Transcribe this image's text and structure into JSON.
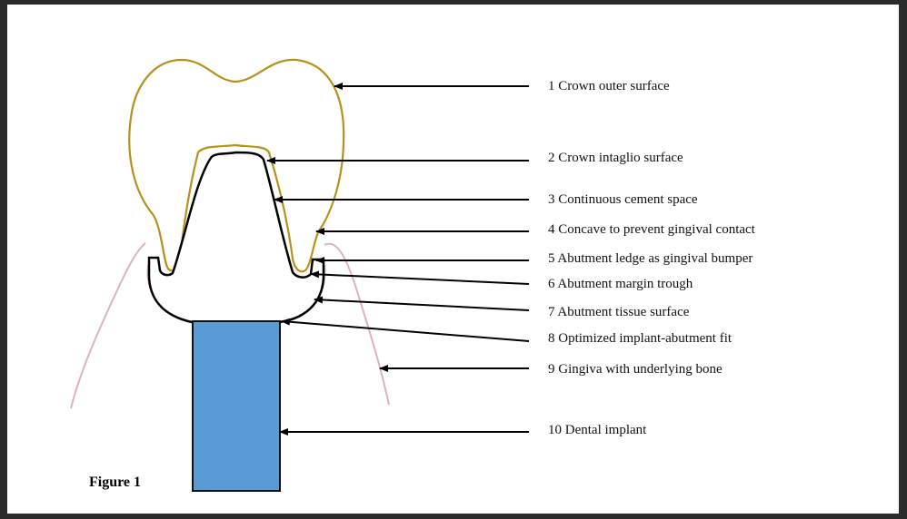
{
  "figure_title": "Figure 1",
  "colors": {
    "crown": "#b8901a",
    "abutment": "#000000",
    "gingiva": "#dcb2c0",
    "implant_fill": "#5b9bd5",
    "implant_stroke": "#111111",
    "arrow": "#000000",
    "background": "#ffffff",
    "frame": "#2b2b2b"
  },
  "labels": [
    {
      "id": "1",
      "text": "1 Crown outer surface"
    },
    {
      "id": "2",
      "text": "2 Crown intaglio surface"
    },
    {
      "id": "3",
      "text": "3 Continuous cement space"
    },
    {
      "id": "4",
      "text": "4 Concave to prevent gingival contact"
    },
    {
      "id": "5",
      "text": "5 Abutment ledge as  gingival bumper"
    },
    {
      "id": "6",
      "text": "6 Abutment margin trough"
    },
    {
      "id": "7",
      "text": "7 Abutment tissue surface"
    },
    {
      "id": "8",
      "text": "8 Optimized implant-abutment fit"
    },
    {
      "id": "9",
      "text": "9 Gingiva with underlying bone"
    },
    {
      "id": "10",
      "text": "10 Dental implant"
    }
  ]
}
